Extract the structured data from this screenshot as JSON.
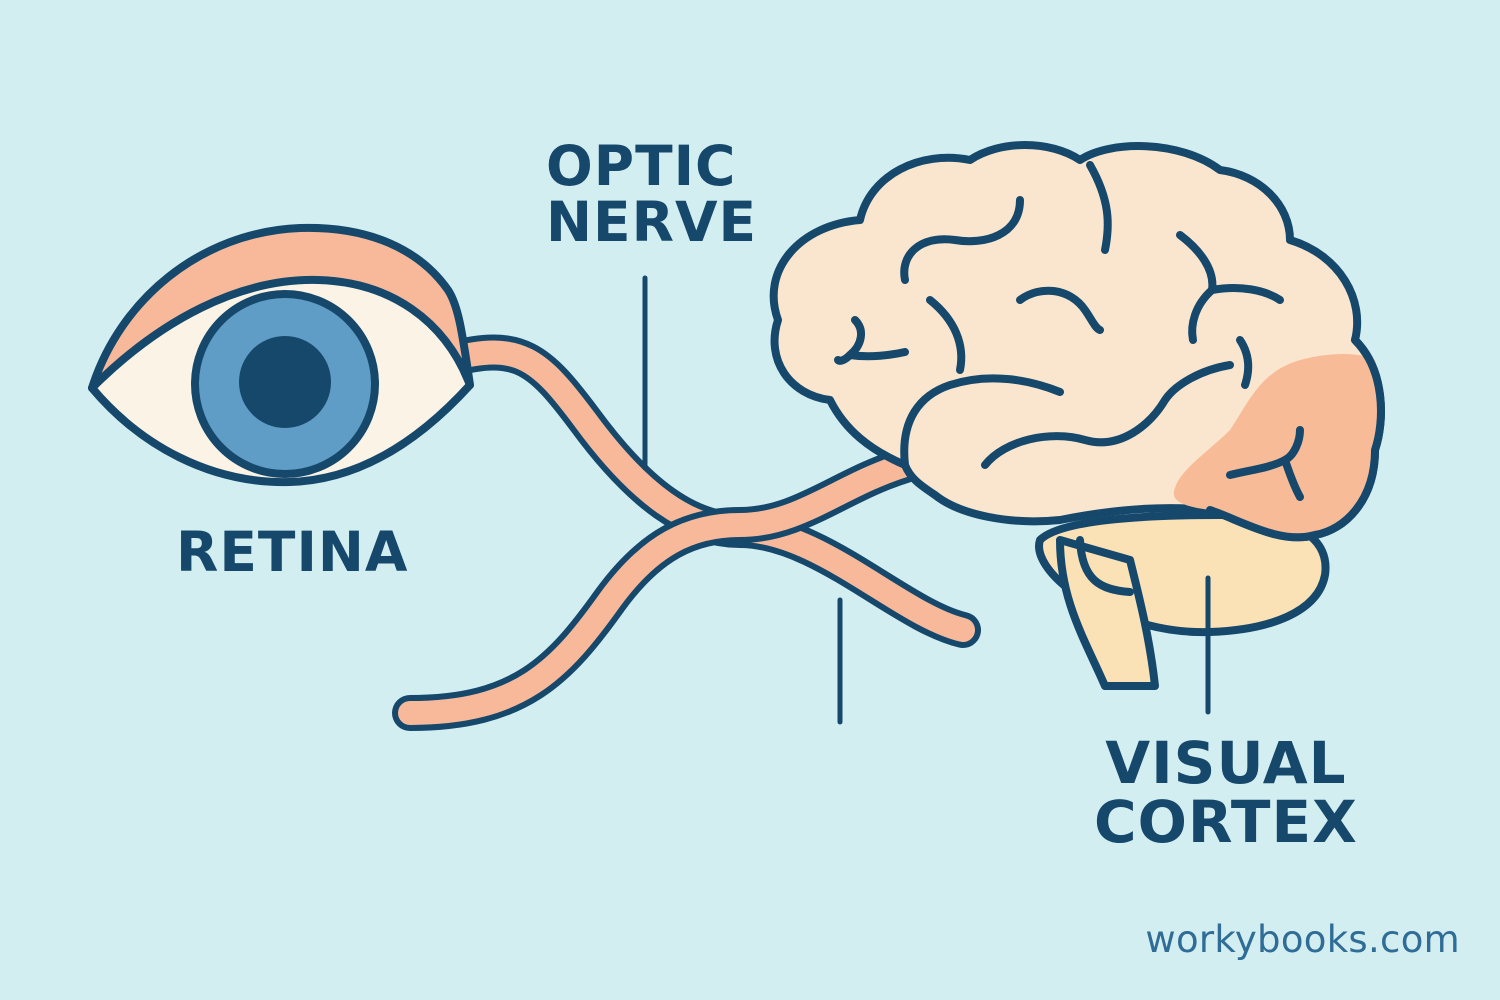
{
  "labels": {
    "optic_nerve": [
      "OPTIC",
      "NERVE"
    ],
    "retina": "RETINA",
    "visual_cortex": [
      "VISUAL",
      "CORTEX"
    ]
  },
  "watermark": "workybooks.com",
  "colors": {
    "background": "#d3eef1",
    "outline": "#16486b",
    "nerve_fill": "#f7b99a",
    "brain_fill": "#fae6ce",
    "visual_cortex_fill": "#f8bb98",
    "cerebellum_fill": "#fbe1b6",
    "iris": "#5f9dc6",
    "pupil": "#16486b",
    "sclera": "#fbf3e6",
    "eyelid": "#f7b99a"
  }
}
